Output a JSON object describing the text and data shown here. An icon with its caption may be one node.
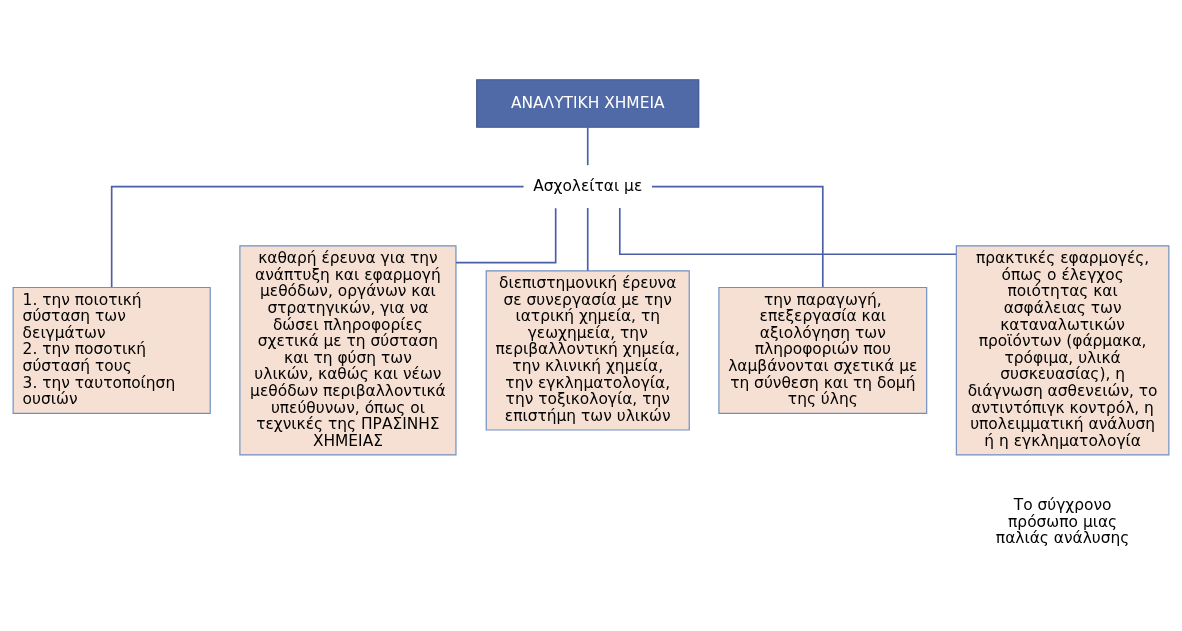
{
  "diagram": {
    "nodes": [
      {
        "text": [
          "ΑΝΑΛΥΤΙΚΗ ΧΗΜΕΙΑ"
        ]
      },
      {
        "text": [
          "Ασχολείται με"
        ]
      },
      {
        "text": [
          "1. την ποιοτική σύσταση των δειγμάτων",
          "2. την ποσοτική σύστασή τους",
          "3. την ταυτοποίηση ουσιών"
        ]
      },
      {
        "text": [
          "καθαρή έρευνα για την ανάπτυξη και εφαρμογή μεθόδων, οργάνων και στρατηγικών, για να δώσει πληροφορίες σχετικά με τη σύσταση και τη φύση των υλικών, καθώς και νέων μεθόδων περιβαλλοντικά υπεύθυνων, όπως οι τεχνικές της ΠΡΑΣΙΝΗΣ ΧΗΜΕΙΑΣ"
        ]
      },
      {
        "text": [
          "διεπιστημονική έρευνα σε συνεργασία με την ιατρική χημεία, τη γεωχημεία, την περιβαλλοντική χημεία, την κλινική χημεία, την εγκληματολογία, την τοξικολογία, την επιστήμη των υλικών"
        ]
      },
      {
        "text": [
          "την παραγωγή, επεξεργασία και αξιολόγηση των πληροφοριών που λαμβάνονται σχετικά με τη σύνθεση και τη δομή της ύλης"
        ]
      },
      {
        "text": [
          "πρακτικές εφαρμογές, όπως ο έλεγχος ποιότητας και ασφάλειας των καταναλωτικών προϊόντων (φάρμακα, τρόφιμα, υλικά συσκευασίας), η διάγνωση ασθενειών, το αντιντόπιγκ κοντρόλ, η υπολειμματική ανάλυση ή η εγκληματολογία"
        ]
      }
    ],
    "edges": [
      {
        "from": 0,
        "to": 1,
        "arrow": "none"
      },
      {
        "from": 1,
        "to": 2,
        "arrow": "none"
      },
      {
        "from": 1,
        "to": 3,
        "arrow": "none"
      },
      {
        "from": 1,
        "to": 4,
        "arrow": "none"
      },
      {
        "from": 1,
        "to": 5,
        "arrow": "none"
      },
      {
        "from": 1,
        "to": 6,
        "arrow": "none"
      }
    ],
    "labels": [
      "Το σύγχρονο πρόσωπο μιας παλιάς ανάλυσης"
    ]
  }
}
